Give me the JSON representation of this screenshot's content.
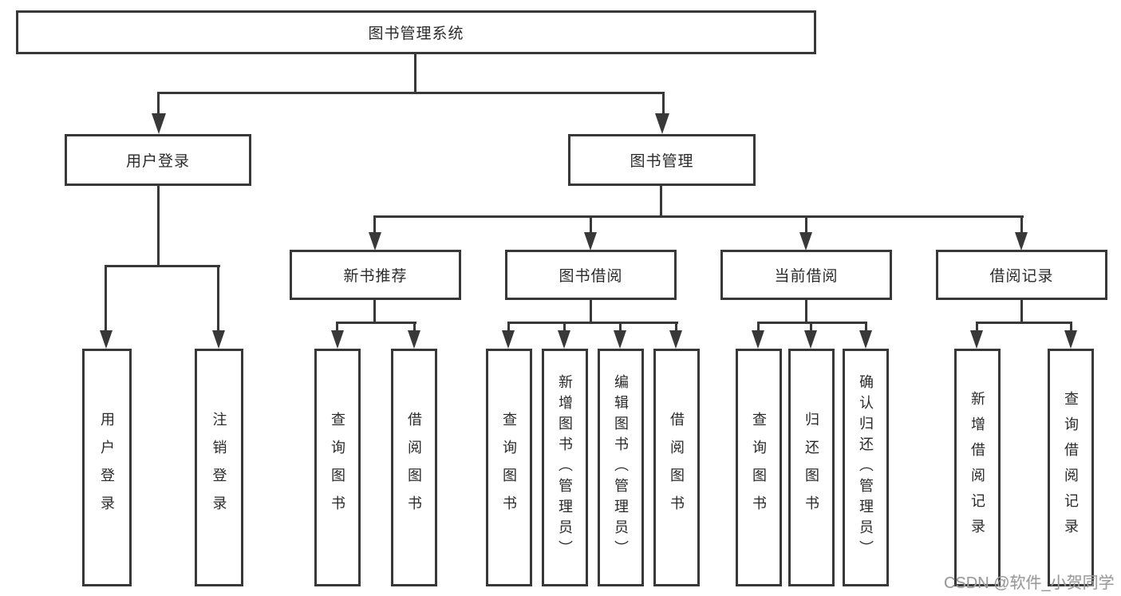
{
  "tree": {
    "root": "图书管理系统",
    "user_login_branch": {
      "label": "用户登录",
      "children": {
        "login": "用户登录",
        "logout": "注销登录"
      }
    },
    "book_mgmt_branch": {
      "label": "图书管理",
      "groups": {
        "new_book_rec": {
          "label": "新书推荐",
          "children": {
            "query_book": "查询图书",
            "borrow_book": "借阅图书"
          }
        },
        "book_borrow": {
          "label": "图书借阅",
          "children": {
            "query_book": "查询图书",
            "add_book": "新增图书（管理员）",
            "edit_book": "编辑图书（管理员）",
            "borrow_book": "借阅图书"
          }
        },
        "current_borrow": {
          "label": "当前借阅",
          "children": {
            "query_book": "查询图书",
            "return_book": "归还图书",
            "confirm_return": "确认归还（管理员）"
          }
        },
        "borrow_record": {
          "label": "借阅记录",
          "children": {
            "add_record": "新增借阅记录",
            "query_record": "查询借阅记录"
          }
        }
      }
    }
  },
  "watermark": "CSDN @软件_小贺同学",
  "colors": {
    "line": "#383838",
    "text": "#2a2a2a",
    "watermark": "#9b9b9b",
    "background": "#ffffff"
  }
}
